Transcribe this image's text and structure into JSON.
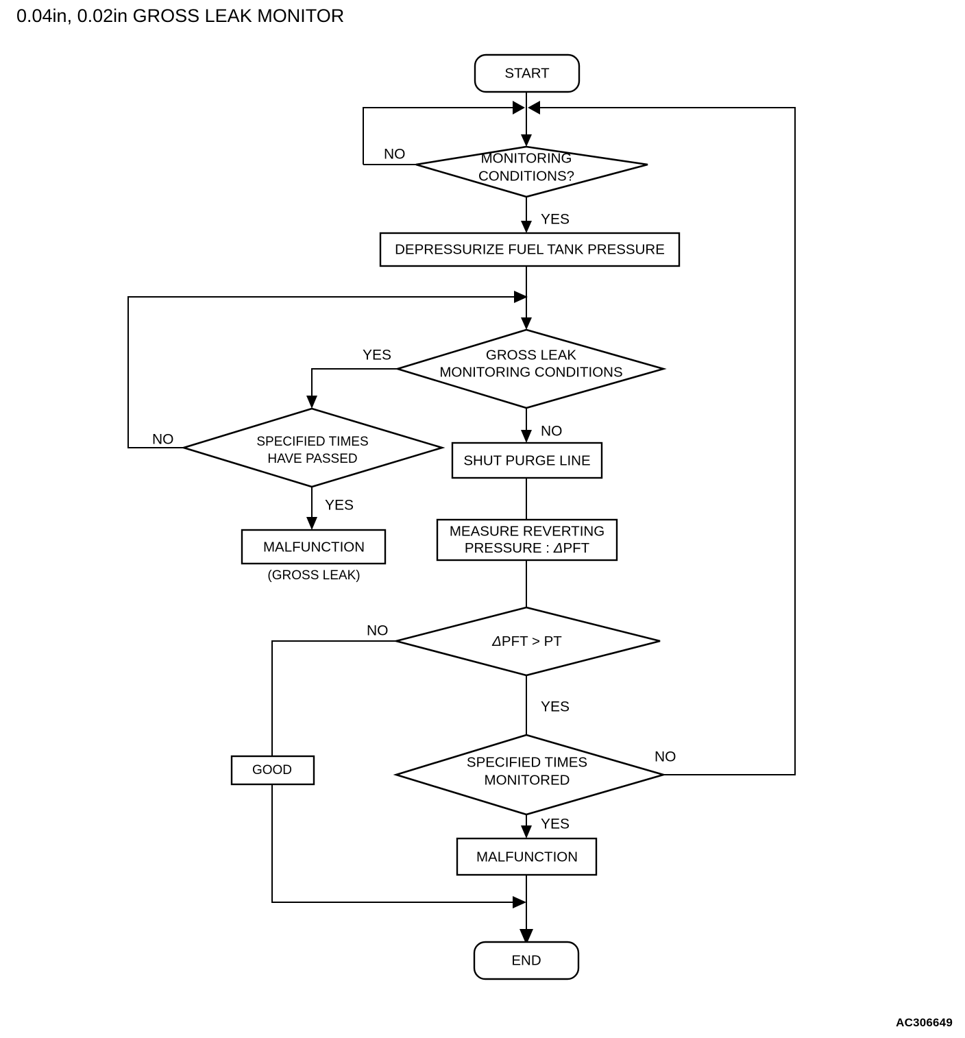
{
  "page": {
    "title": "0.04in, 0.02in GROSS LEAK MONITOR",
    "watermark": "AC306649",
    "background_color": "#ffffff",
    "line_color": "#000000"
  },
  "chart_data": {
    "type": "flowchart",
    "title": "0.04in, 0.02in GROSS LEAK MONITOR",
    "nodes": [
      {
        "id": "start",
        "shape": "terminator",
        "label": "START"
      },
      {
        "id": "monitoring_conditions",
        "shape": "decision",
        "label": "MONITORING CONDITIONS?",
        "line1": "MONITORING",
        "line2": "CONDITIONS?"
      },
      {
        "id": "depressurize",
        "shape": "process",
        "label": "DEPRESSURIZE FUEL TANK PRESSURE"
      },
      {
        "id": "gross_leak_conditions",
        "shape": "decision",
        "label": "GROSS LEAK MONITORING CONDITIONS",
        "line1": "GROSS LEAK",
        "line2": "MONITORING CONDITIONS"
      },
      {
        "id": "specified_times_passed",
        "shape": "decision",
        "label": "SPECIFIED TIMES HAVE PASSED",
        "line1": "SPECIFIED TIMES",
        "line2": "HAVE PASSED"
      },
      {
        "id": "malfunction_gross_leak",
        "shape": "process",
        "label": "MALFUNCTION",
        "caption": "(GROSS LEAK)"
      },
      {
        "id": "shut_purge_line",
        "shape": "process",
        "label": "SHUT PURGE LINE"
      },
      {
        "id": "measure_reverting",
        "shape": "process",
        "label": "MEASURE REVERTING PRESSURE : ΔPFT",
        "line1": "MEASURE REVERTING",
        "line2_pre": "PRESSURE : ",
        "line2_delta": "Δ",
        "line2_post": "PFT"
      },
      {
        "id": "dpft_gt_pt",
        "shape": "decision",
        "label": "ΔPFT > PT",
        "delta": "Δ",
        "rest": "PFT > PT"
      },
      {
        "id": "good",
        "shape": "process",
        "label": "GOOD"
      },
      {
        "id": "specified_times_monitored",
        "shape": "decision",
        "label": "SPECIFIED TIMES MONITORED",
        "line1": "SPECIFIED TIMES",
        "line2": "MONITORED"
      },
      {
        "id": "malfunction",
        "shape": "process",
        "label": "MALFUNCTION"
      },
      {
        "id": "end",
        "shape": "terminator",
        "label": "END"
      }
    ],
    "edges": [
      {
        "from": "start",
        "to": "monitoring_conditions",
        "label": ""
      },
      {
        "from": "monitoring_conditions",
        "to": "start_join",
        "label": "NO"
      },
      {
        "from": "monitoring_conditions",
        "to": "depressurize",
        "label": "YES"
      },
      {
        "from": "depressurize",
        "to": "gross_leak_conditions",
        "label": ""
      },
      {
        "from": "gross_leak_conditions",
        "to": "specified_times_passed",
        "label": "YES"
      },
      {
        "from": "gross_leak_conditions",
        "to": "shut_purge_line",
        "label": "NO"
      },
      {
        "from": "specified_times_passed",
        "to": "gross_leak_conditions",
        "label": "NO"
      },
      {
        "from": "specified_times_passed",
        "to": "malfunction_gross_leak",
        "label": "YES"
      },
      {
        "from": "shut_purge_line",
        "to": "measure_reverting",
        "label": ""
      },
      {
        "from": "measure_reverting",
        "to": "dpft_gt_pt",
        "label": ""
      },
      {
        "from": "dpft_gt_pt",
        "to": "good",
        "label": "NO"
      },
      {
        "from": "dpft_gt_pt",
        "to": "specified_times_monitored",
        "label": "YES"
      },
      {
        "from": "specified_times_monitored",
        "to": "start_join",
        "label": "NO"
      },
      {
        "from": "specified_times_monitored",
        "to": "malfunction",
        "label": "YES"
      },
      {
        "from": "good",
        "to": "end",
        "label": ""
      },
      {
        "from": "malfunction",
        "to": "end",
        "label": ""
      }
    ],
    "edge_labels": {
      "monitoring_no": "NO",
      "monitoring_yes": "YES",
      "gross_leak_yes": "YES",
      "gross_leak_no": "NO",
      "times_passed_no": "NO",
      "times_passed_yes": "YES",
      "dpft_no": "NO",
      "dpft_yes": "YES",
      "monitored_no": "NO",
      "monitored_yes": "YES"
    }
  }
}
